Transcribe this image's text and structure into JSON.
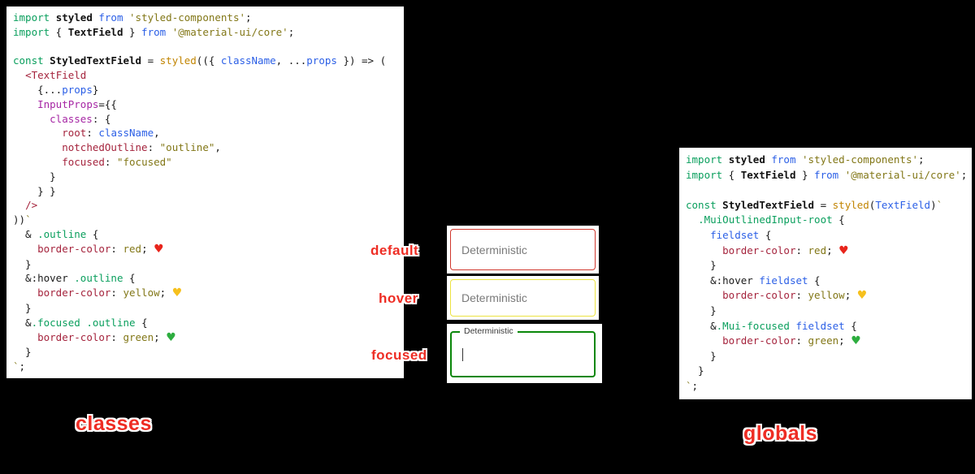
{
  "panels": {
    "classes": {
      "caption": "classes",
      "code": [
        [
          [
            "k",
            "import"
          ],
          [
            "p",
            " "
          ],
          [
            "b",
            "styled"
          ],
          [
            "p",
            " "
          ],
          [
            "u",
            "from"
          ],
          [
            "p",
            " "
          ],
          [
            "s",
            "'styled-components'"
          ],
          [
            "p",
            ";"
          ]
        ],
        [
          [
            "k",
            "import"
          ],
          [
            "p",
            " { "
          ],
          [
            "b",
            "TextField"
          ],
          [
            "p",
            " } "
          ],
          [
            "u",
            "from"
          ],
          [
            "p",
            " "
          ],
          [
            "s",
            "'@material-ui/core'"
          ],
          [
            "p",
            ";"
          ]
        ],
        [],
        [
          [
            "k",
            "const"
          ],
          [
            "p",
            " "
          ],
          [
            "b",
            "StyledTextField"
          ],
          [
            "p",
            " = "
          ],
          [
            "f",
            "styled"
          ],
          [
            "p",
            "(({ "
          ],
          [
            "u",
            "className"
          ],
          [
            "p",
            ", ..."
          ],
          [
            "u",
            "props"
          ],
          [
            "p",
            " }) => ("
          ]
        ],
        [
          [
            "p",
            "  "
          ],
          [
            "t",
            "<TextField"
          ]
        ],
        [
          [
            "p",
            "    {..."
          ],
          [
            "u",
            "props"
          ],
          [
            "p",
            "}"
          ]
        ],
        [
          [
            "p",
            "    "
          ],
          [
            "a",
            "InputProps"
          ],
          [
            "p",
            "={{"
          ]
        ],
        [
          [
            "p",
            "      "
          ],
          [
            "a",
            "classes"
          ],
          [
            "p",
            ": {"
          ]
        ],
        [
          [
            "p",
            "        "
          ],
          [
            "t",
            "root"
          ],
          [
            "p",
            ": "
          ],
          [
            "u",
            "className"
          ],
          [
            "p",
            ","
          ]
        ],
        [
          [
            "p",
            "        "
          ],
          [
            "t",
            "notchedOutline"
          ],
          [
            "p",
            ": "
          ],
          [
            "s",
            "\"outline\""
          ],
          [
            "p",
            ","
          ]
        ],
        [
          [
            "p",
            "        "
          ],
          [
            "t",
            "focused"
          ],
          [
            "p",
            ": "
          ],
          [
            "s",
            "\"focused\""
          ]
        ],
        [
          [
            "p",
            "      }"
          ]
        ],
        [
          [
            "p",
            "    } }"
          ]
        ],
        [
          [
            "p",
            "  "
          ],
          [
            "t",
            "/>"
          ]
        ],
        [
          [
            "p",
            "))"
          ],
          [
            "s",
            "`"
          ]
        ],
        [
          [
            "p",
            "  & "
          ],
          [
            "k",
            ".outline"
          ],
          [
            "p",
            " {"
          ]
        ],
        [
          [
            "p",
            "    "
          ],
          [
            "t",
            "border-color"
          ],
          [
            "p",
            ": "
          ],
          [
            "s",
            "red"
          ],
          [
            "p",
            "; "
          ],
          [
            "hr",
            "♥"
          ]
        ],
        [
          [
            "p",
            "  }"
          ]
        ],
        [
          [
            "p",
            "  &:hover "
          ],
          [
            "k",
            ".outline"
          ],
          [
            "p",
            " {"
          ]
        ],
        [
          [
            "p",
            "    "
          ],
          [
            "t",
            "border-color"
          ],
          [
            "p",
            ": "
          ],
          [
            "s",
            "yellow"
          ],
          [
            "p",
            "; "
          ],
          [
            "hy",
            "♥"
          ]
        ],
        [
          [
            "p",
            "  }"
          ]
        ],
        [
          [
            "p",
            "  &"
          ],
          [
            "k",
            ".focused"
          ],
          [
            "p",
            " "
          ],
          [
            "k",
            ".outline"
          ],
          [
            "p",
            " {"
          ]
        ],
        [
          [
            "p",
            "    "
          ],
          [
            "t",
            "border-color"
          ],
          [
            "p",
            ": "
          ],
          [
            "s",
            "green"
          ],
          [
            "p",
            "; "
          ],
          [
            "hg",
            "♥"
          ]
        ],
        [
          [
            "p",
            "  }"
          ]
        ],
        [
          [
            "s",
            "`"
          ],
          [
            "p",
            ";"
          ]
        ]
      ]
    },
    "globals": {
      "caption": "globals",
      "code": [
        [
          [
            "k",
            "import"
          ],
          [
            "p",
            " "
          ],
          [
            "b",
            "styled"
          ],
          [
            "p",
            " "
          ],
          [
            "u",
            "from"
          ],
          [
            "p",
            " "
          ],
          [
            "s",
            "'styled-components'"
          ],
          [
            "p",
            ";"
          ]
        ],
        [
          [
            "k",
            "import"
          ],
          [
            "p",
            " { "
          ],
          [
            "b",
            "TextField"
          ],
          [
            "p",
            " } "
          ],
          [
            "u",
            "from"
          ],
          [
            "p",
            " "
          ],
          [
            "s",
            "'@material-ui/core'"
          ],
          [
            "p",
            ";"
          ]
        ],
        [],
        [
          [
            "k",
            "const"
          ],
          [
            "p",
            " "
          ],
          [
            "b",
            "StyledTextField"
          ],
          [
            "p",
            " = "
          ],
          [
            "f",
            "styled"
          ],
          [
            "p",
            "("
          ],
          [
            "u",
            "TextField"
          ],
          [
            "p",
            ")"
          ],
          [
            "s",
            "`"
          ]
        ],
        [
          [
            "p",
            "  "
          ],
          [
            "k",
            ".MuiOutlinedInput-root"
          ],
          [
            "p",
            " {"
          ]
        ],
        [
          [
            "p",
            "    "
          ],
          [
            "u",
            "fieldset"
          ],
          [
            "p",
            " {"
          ]
        ],
        [
          [
            "p",
            "      "
          ],
          [
            "t",
            "border-color"
          ],
          [
            "p",
            ": "
          ],
          [
            "s",
            "red"
          ],
          [
            "p",
            "; "
          ],
          [
            "hr",
            "♥"
          ]
        ],
        [
          [
            "p",
            "    }"
          ]
        ],
        [
          [
            "p",
            "    &:hover "
          ],
          [
            "u",
            "fieldset"
          ],
          [
            "p",
            " {"
          ]
        ],
        [
          [
            "p",
            "      "
          ],
          [
            "t",
            "border-color"
          ],
          [
            "p",
            ": "
          ],
          [
            "s",
            "yellow"
          ],
          [
            "p",
            "; "
          ],
          [
            "hy",
            "♥"
          ]
        ],
        [
          [
            "p",
            "    }"
          ]
        ],
        [
          [
            "p",
            "    &"
          ],
          [
            "k",
            ".Mui-focused"
          ],
          [
            "p",
            " "
          ],
          [
            "u",
            "fieldset"
          ],
          [
            "p",
            " {"
          ]
        ],
        [
          [
            "p",
            "      "
          ],
          [
            "t",
            "border-color"
          ],
          [
            "p",
            ": "
          ],
          [
            "s",
            "green"
          ],
          [
            "p",
            "; "
          ],
          [
            "hg",
            "♥"
          ]
        ],
        [
          [
            "p",
            "    }"
          ]
        ],
        [
          [
            "p",
            "  }"
          ]
        ],
        [
          [
            "s",
            "`"
          ],
          [
            "p",
            ";"
          ]
        ]
      ]
    }
  },
  "fields": [
    {
      "state_label": "default",
      "value": "Deterministic",
      "border_color": "#d0382e"
    },
    {
      "state_label": "hover",
      "value": "Deterministic",
      "border_color": "#ece341"
    },
    {
      "state_label": "focused",
      "floating_label": "Deterministic",
      "border_color": "#0a870a"
    }
  ],
  "colors": {
    "background": "#000000",
    "panel_background": "#ffffff",
    "annotation_red": "#ee2d24",
    "annotation_outline": "#ffffff",
    "syntax": {
      "keyword": "#0a9f5d",
      "from_and_identifiers": "#2b5fe6",
      "string": "#827717",
      "function_call": "#c18401",
      "jsx_tag_and_css_property": "#a5243d",
      "attribute": "#a626a4",
      "plain": "#1a1a1a",
      "heart_red": "#e8251c",
      "heart_yellow": "#f6c01d",
      "heart_green": "#2dad3f"
    }
  }
}
